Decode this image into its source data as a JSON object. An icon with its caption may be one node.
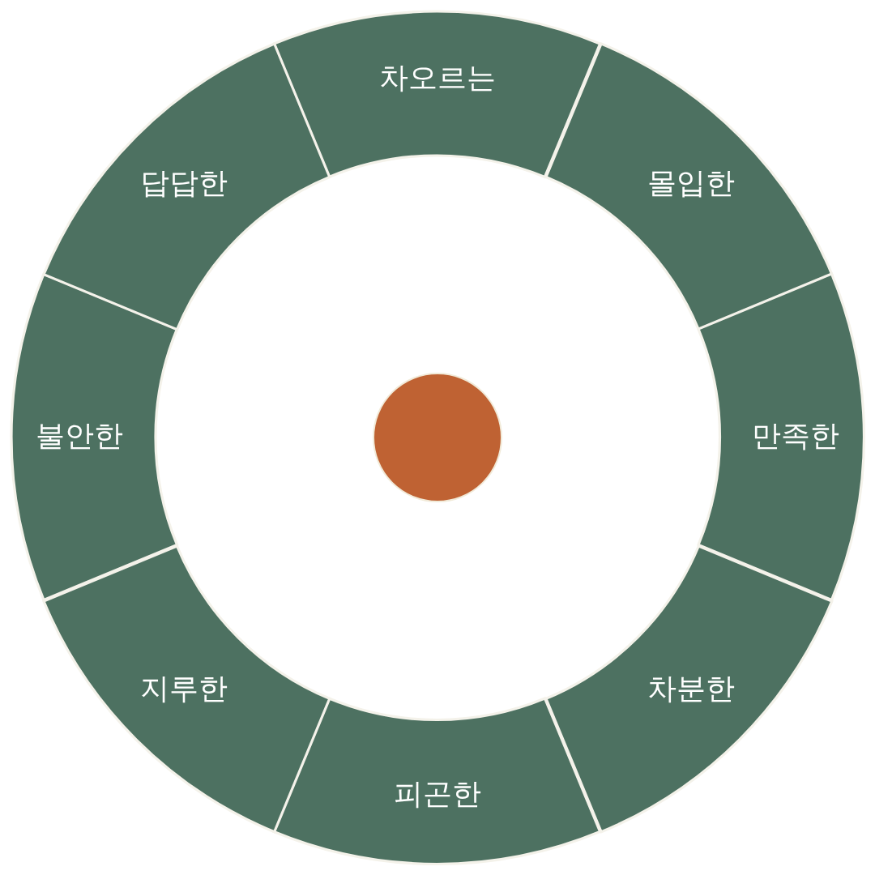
{
  "diagram": {
    "nodes": [
      {
        "text": [
          "차오르는"
        ]
      },
      {
        "text": [
          "몰입한"
        ]
      },
      {
        "text": [
          "만족한"
        ]
      },
      {
        "text": [
          "차분한"
        ]
      },
      {
        "text": [
          "피곤한"
        ]
      },
      {
        "text": [
          "지루한"
        ]
      },
      {
        "text": [
          "불안한"
        ]
      },
      {
        "text": [
          "답답한"
        ]
      },
      {
        "text": [],
        "shape": "circle"
      }
    ]
  }
}
